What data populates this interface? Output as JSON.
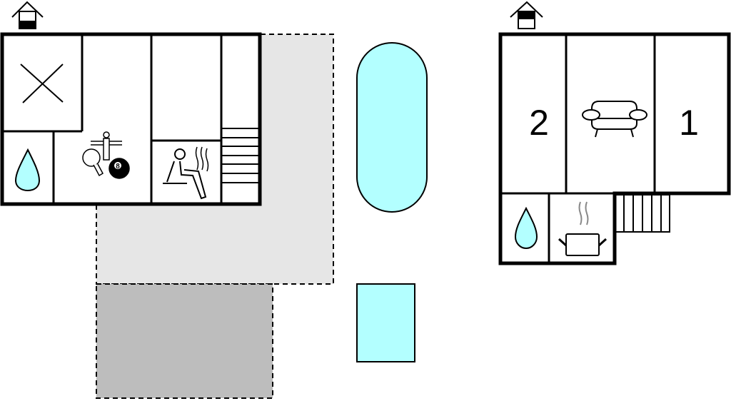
{
  "plan": {
    "left_building": {
      "floor_indicator": "ground-floor-icon",
      "rooms": [
        "storage-x",
        "bathroom",
        "game-room",
        "room",
        "sauna",
        "stairs"
      ],
      "billiard_ball_label": "8"
    },
    "right_building": {
      "floor_indicator": "upper-floor-icon",
      "bedroom_left_label": "2",
      "bedroom_right_label": "1",
      "rooms": [
        "bedroom-2",
        "living-room",
        "bedroom-1",
        "bathroom",
        "kitchen",
        "stairs"
      ]
    },
    "colors": {
      "water": "#b3ffff",
      "terrace": "#e6e6e6",
      "parking": "#bdbdbd",
      "wall": "#000000"
    }
  }
}
